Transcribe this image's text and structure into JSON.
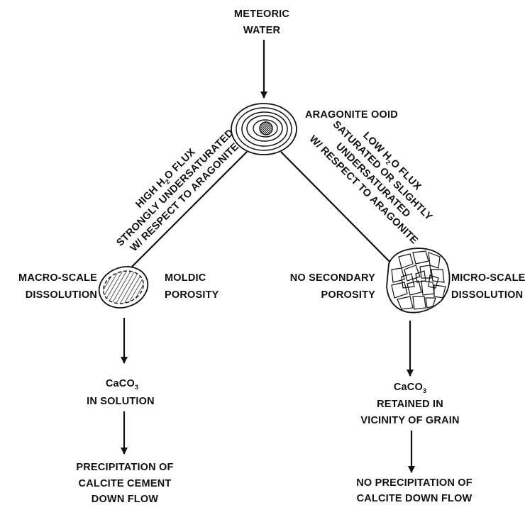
{
  "top": {
    "line1": "METEORIC",
    "line2": "WATER"
  },
  "ooid_label": "ARAGONITE OOID",
  "left_branch": {
    "line1_pre": "HIGH H",
    "line1_sub": "2",
    "line1_post": "O FLUX",
    "line2": "STRONGLY UNDERSATURATED",
    "line3": "W/ RESPECT TO ARAGONITE"
  },
  "right_branch": {
    "line1_pre": "LOW H",
    "line1_sub": "2",
    "line1_post": "O FLUX",
    "line2": "SATURATED OR SLIGHTLY",
    "line3": "UNDERSATURATED",
    "line4": "W/ RESPECT TO ARAGONITE"
  },
  "left_grain": {
    "left_line1": "MACRO-SCALE",
    "left_line2": "DISSOLUTION",
    "right_line1": "MOLDIC",
    "right_line2": "POROSITY"
  },
  "right_grain": {
    "left_line1": "NO SECONDARY",
    "left_line2": "POROSITY",
    "right_line1": "MICRO-SCALE",
    "right_line2": "DISSOLUTION"
  },
  "left_mid": {
    "line1_pre": "CaCO",
    "line1_sub": "3",
    "line2": "IN SOLUTION"
  },
  "right_mid": {
    "line1_pre": "CaCO",
    "line1_sub": "3",
    "line2": "RETAINED IN",
    "line3": "VICINITY OF GRAIN"
  },
  "left_bottom": {
    "line1": "PRECIPITATION OF",
    "line2": "CALCITE CEMENT",
    "line3": "DOWN FLOW"
  },
  "right_bottom": {
    "line1": "NO PRECIPITATION OF",
    "line2": "CALCITE DOWN FLOW"
  }
}
